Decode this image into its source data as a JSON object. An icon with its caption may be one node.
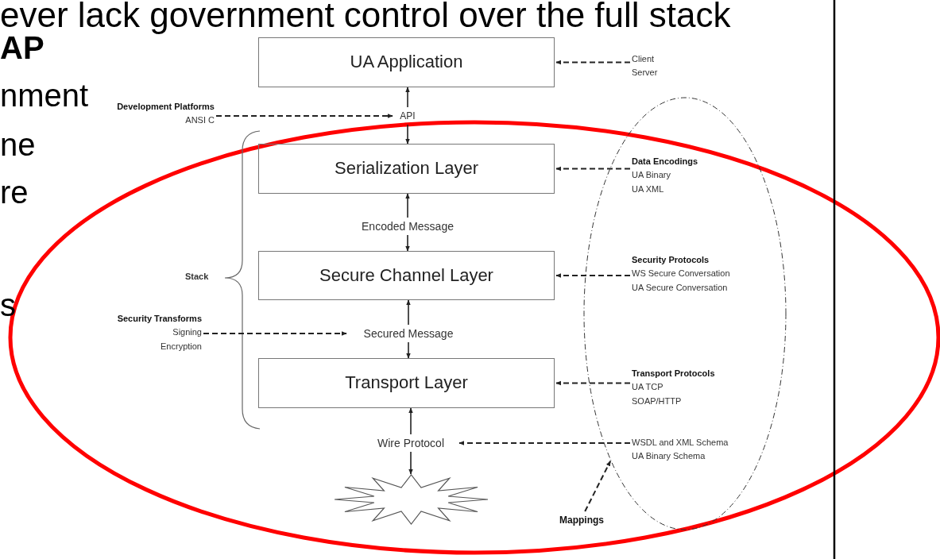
{
  "diagram": {
    "nodes": [
      {
        "text": [
          "UA Application"
        ]
      },
      {
        "text": [
          "Client",
          "Server"
        ]
      },
      {
        "text": [
          "Development Platforms",
          "ANSI C"
        ]
      },
      {
        "text": [
          "API"
        ]
      },
      {
        "text": [],
        "shape": "ellipse"
      },
      {
        "text": [
          "Serialization Layer"
        ]
      },
      {
        "text": [
          "Data Encodings",
          "UA Binary",
          "UA XML"
        ],
        "in": 4
      },
      {
        "text": [
          "Encoded Message"
        ]
      },
      {
        "text": [
          "Secure Channel Layer"
        ]
      },
      {
        "text": [
          "Security Protocols",
          "WS Secure Conversation",
          "UA Secure Conversation"
        ],
        "in": 4
      },
      {
        "text": [
          "Security Transforms",
          "Signing",
          "Encryption"
        ]
      },
      {
        "text": [
          "Secured Message"
        ]
      },
      {
        "text": [
          "Transport Layer"
        ]
      },
      {
        "text": [
          "Transport Protocols",
          "UA TCP",
          "SOAP/HTTP"
        ],
        "in": 4
      },
      {
        "text": [
          "Wire Protocol"
        ]
      },
      {
        "text": [
          "WSDL and XML Schema",
          "UA Binary Schema"
        ],
        "in": 4
      },
      {
        "text": [],
        "shape": "starburst"
      },
      {
        "text": [
          "Mappings"
        ]
      }
    ],
    "edges": [
      {
        "from": 3,
        "to": 0,
        "arrow": "to"
      },
      {
        "from": 3,
        "to": 5,
        "arrow": "to"
      },
      {
        "from": 7,
        "to": 5,
        "arrow": "to"
      },
      {
        "from": 7,
        "to": 8,
        "arrow": "to"
      },
      {
        "from": 11,
        "to": 8,
        "arrow": "to"
      },
      {
        "from": 11,
        "to": 12,
        "arrow": "to"
      },
      {
        "from": 14,
        "to": 12,
        "arrow": "to"
      },
      {
        "from": 14,
        "to": 16,
        "arrow": "to"
      },
      {
        "from": 1,
        "to": 0,
        "arrow": "to",
        "style": "dashed"
      },
      {
        "from": 2,
        "to": 3,
        "arrow": "to",
        "style": "dashed"
      },
      {
        "from": 6,
        "to": 5,
        "arrow": "to",
        "style": "dashed"
      },
      {
        "from": 9,
        "to": 8,
        "arrow": "to",
        "style": "dashed"
      },
      {
        "from": 10,
        "to": 11,
        "arrow": "to",
        "style": "dashed"
      },
      {
        "from": 13,
        "to": 12,
        "arrow": "to",
        "style": "dashed"
      },
      {
        "from": 15,
        "to": 14,
        "arrow": "to",
        "style": "dashed"
      },
      {
        "from": 17,
        "to": 4,
        "arrow": "to",
        "style": "dashed"
      }
    ],
    "labels": [
      "ever lack government control over the full stack",
      "AP",
      "nment",
      "ne",
      "re",
      "s",
      "Stack"
    ]
  }
}
